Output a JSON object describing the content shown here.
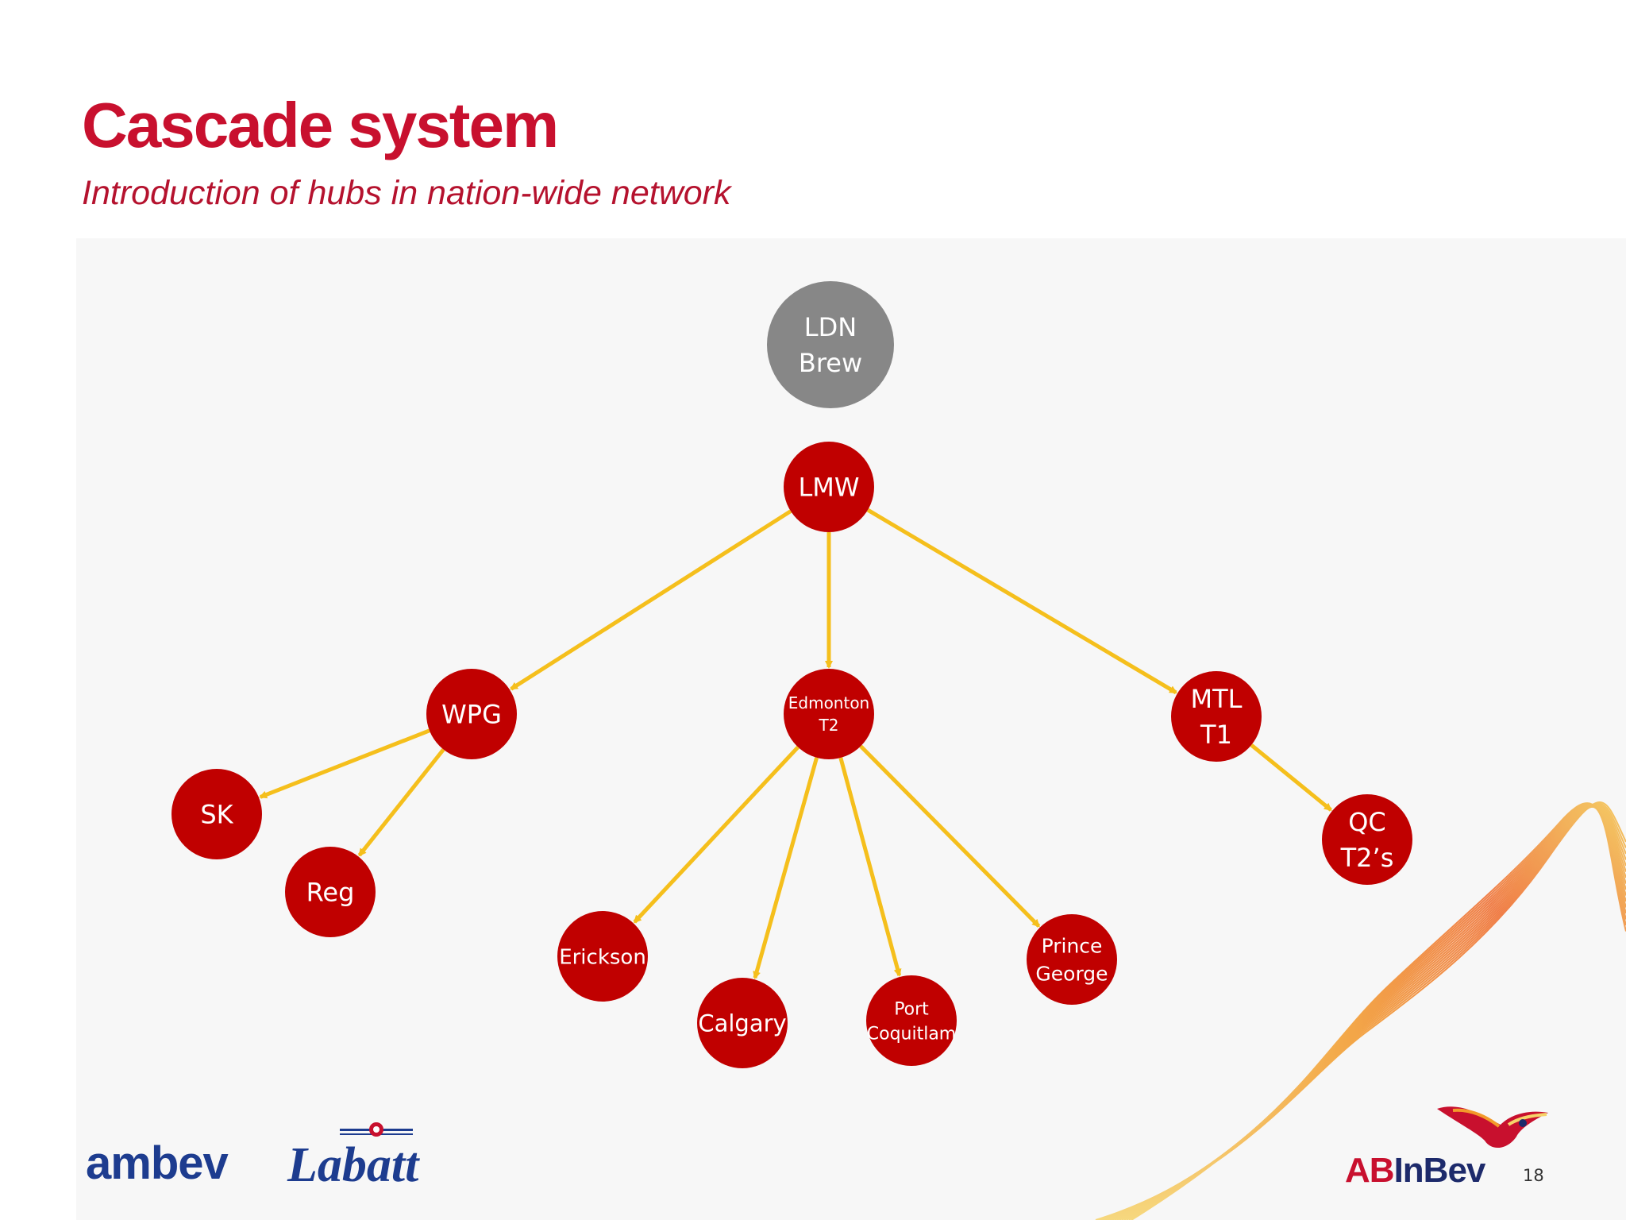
{
  "slide": {
    "title": "Cascade system",
    "subtitle": "Introduction of hubs in nation-wide network",
    "page_number": "18"
  },
  "colors": {
    "title": "#c8102e",
    "node_red": "#c00000",
    "node_gray": "#878787",
    "arrow": "#f5bf1c",
    "ambev_blue": "#1d3c8f"
  },
  "nodes": [
    {
      "id": "ldn",
      "lines": [
        "LDN",
        "Brew"
      ],
      "color": "gray"
    },
    {
      "id": "lmw",
      "lines": [
        "LMW"
      ],
      "color": "red"
    },
    {
      "id": "wpg",
      "lines": [
        "WPG"
      ],
      "color": "red"
    },
    {
      "id": "edmonton",
      "lines": [
        "Edmonton",
        "T2"
      ],
      "color": "red"
    },
    {
      "id": "mtl",
      "lines": [
        "MTL",
        "T1"
      ],
      "color": "red"
    },
    {
      "id": "sk",
      "lines": [
        "SK"
      ],
      "color": "red"
    },
    {
      "id": "reg",
      "lines": [
        "Reg"
      ],
      "color": "red"
    },
    {
      "id": "qc",
      "lines": [
        "QC",
        "T2’s"
      ],
      "color": "red"
    },
    {
      "id": "erickson",
      "lines": [
        "Erickson"
      ],
      "color": "red"
    },
    {
      "id": "calgary",
      "lines": [
        "Calgary"
      ],
      "color": "red"
    },
    {
      "id": "port",
      "lines": [
        "Port",
        "Coquitlam"
      ],
      "color": "red"
    },
    {
      "id": "prince",
      "lines": [
        "Prince",
        "George"
      ],
      "color": "red"
    }
  ],
  "edges": [
    {
      "from": "lmw",
      "to": "wpg"
    },
    {
      "from": "lmw",
      "to": "edmonton"
    },
    {
      "from": "lmw",
      "to": "mtl"
    },
    {
      "from": "wpg",
      "to": "sk"
    },
    {
      "from": "wpg",
      "to": "reg"
    },
    {
      "from": "mtl",
      "to": "qc"
    },
    {
      "from": "edmonton",
      "to": "erickson"
    },
    {
      "from": "edmonton",
      "to": "calgary"
    },
    {
      "from": "edmonton",
      "to": "port"
    },
    {
      "from": "edmonton",
      "to": "prince"
    }
  ],
  "logos": {
    "ambev": "ambev",
    "labatt": "Labatt",
    "abinbev_ab": "AB",
    "abinbev_rest": "InBev"
  }
}
